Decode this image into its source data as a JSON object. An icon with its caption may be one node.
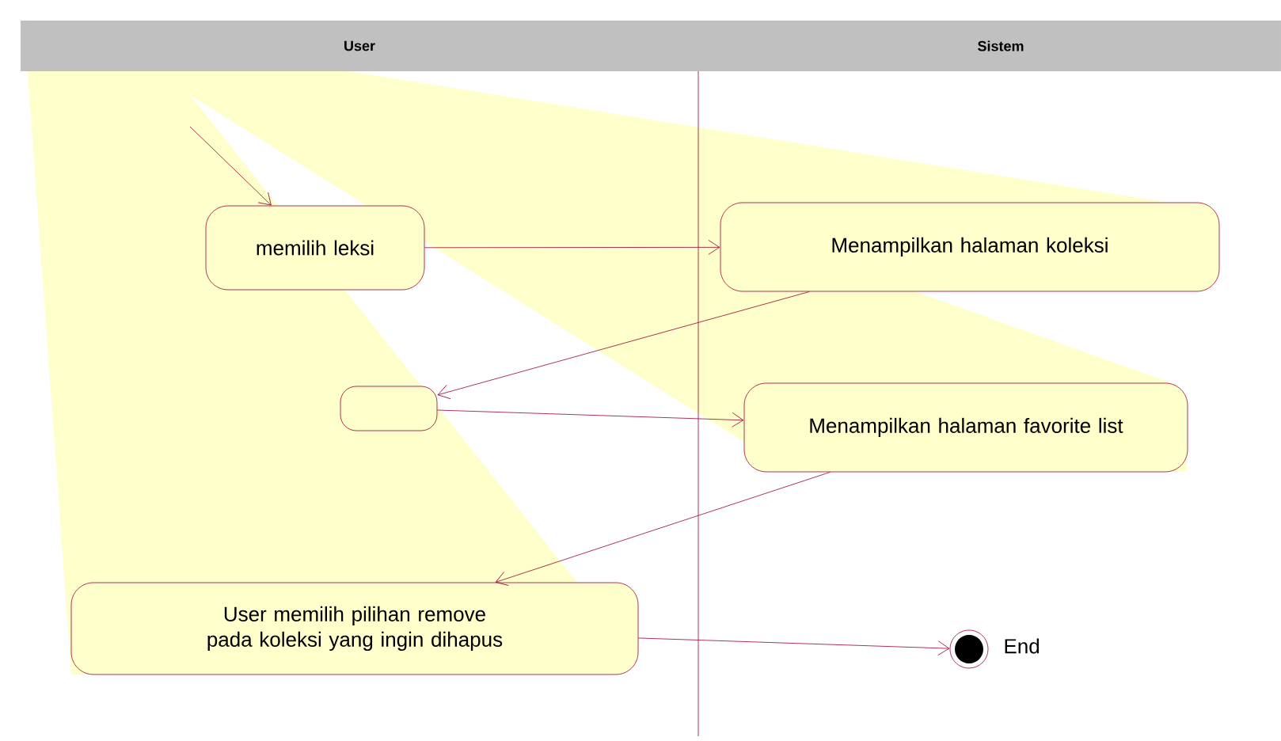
{
  "diagram": {
    "nodes": [
      {
        "text": [
          "memilih leksi"
        ]
      },
      {
        "text": [
          "Menampilkan halaman koleksi"
        ]
      },
      {
        "text": [],
        "shape": "box"
      },
      {
        "text": [
          "Menampilkan halaman favorite list"
        ]
      },
      {
        "text": [
          "User memilih pilihan remove pada koleksi yang ingin dihapus"
        ]
      },
      {
        "text": [],
        "shape": "circle",
        "beside": [
          "End"
        ]
      }
    ],
    "edges": [
      {
        "from": null,
        "to": 0,
        "arrow": "to"
      },
      {
        "from": 0,
        "to": 1,
        "arrow": "to"
      },
      {
        "from": 1,
        "to": 2,
        "arrow": "to"
      },
      {
        "from": 2,
        "to": 3,
        "arrow": "to"
      },
      {
        "from": 3,
        "to": 4,
        "arrow": "to"
      },
      {
        "from": 4,
        "to": 5,
        "arrow": "to"
      }
    ],
    "labels": [
      "User",
      "Sistem"
    ]
  }
}
